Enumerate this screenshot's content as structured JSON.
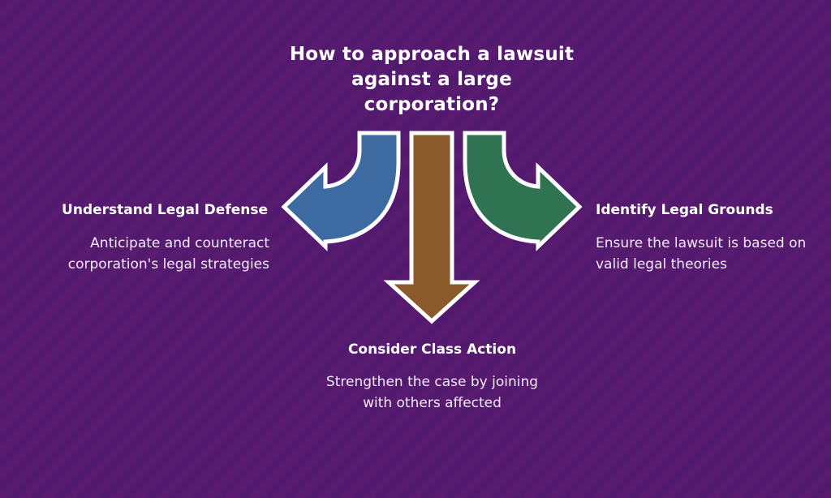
{
  "title": "How to approach a lawsuit against a large corporation?",
  "branches": [
    {
      "id": "left",
      "title": "Understand Legal Defense",
      "description": "Anticipate and counteract corporation's legal strategies",
      "direction": "left",
      "color": "#3d6aa0"
    },
    {
      "id": "bottom",
      "title": "Consider Class Action",
      "description": "Strengthen the case by joining with others affected",
      "direction": "down",
      "color": "#8a5a2b"
    },
    {
      "id": "right",
      "title": "Identify Legal Grounds",
      "description": "Ensure the lawsuit is based on valid legal theories",
      "direction": "right",
      "color": "#2f7352"
    }
  ],
  "colors": {
    "background": "#521a6e",
    "outline": "#ffffff",
    "text": "#ffffff"
  }
}
